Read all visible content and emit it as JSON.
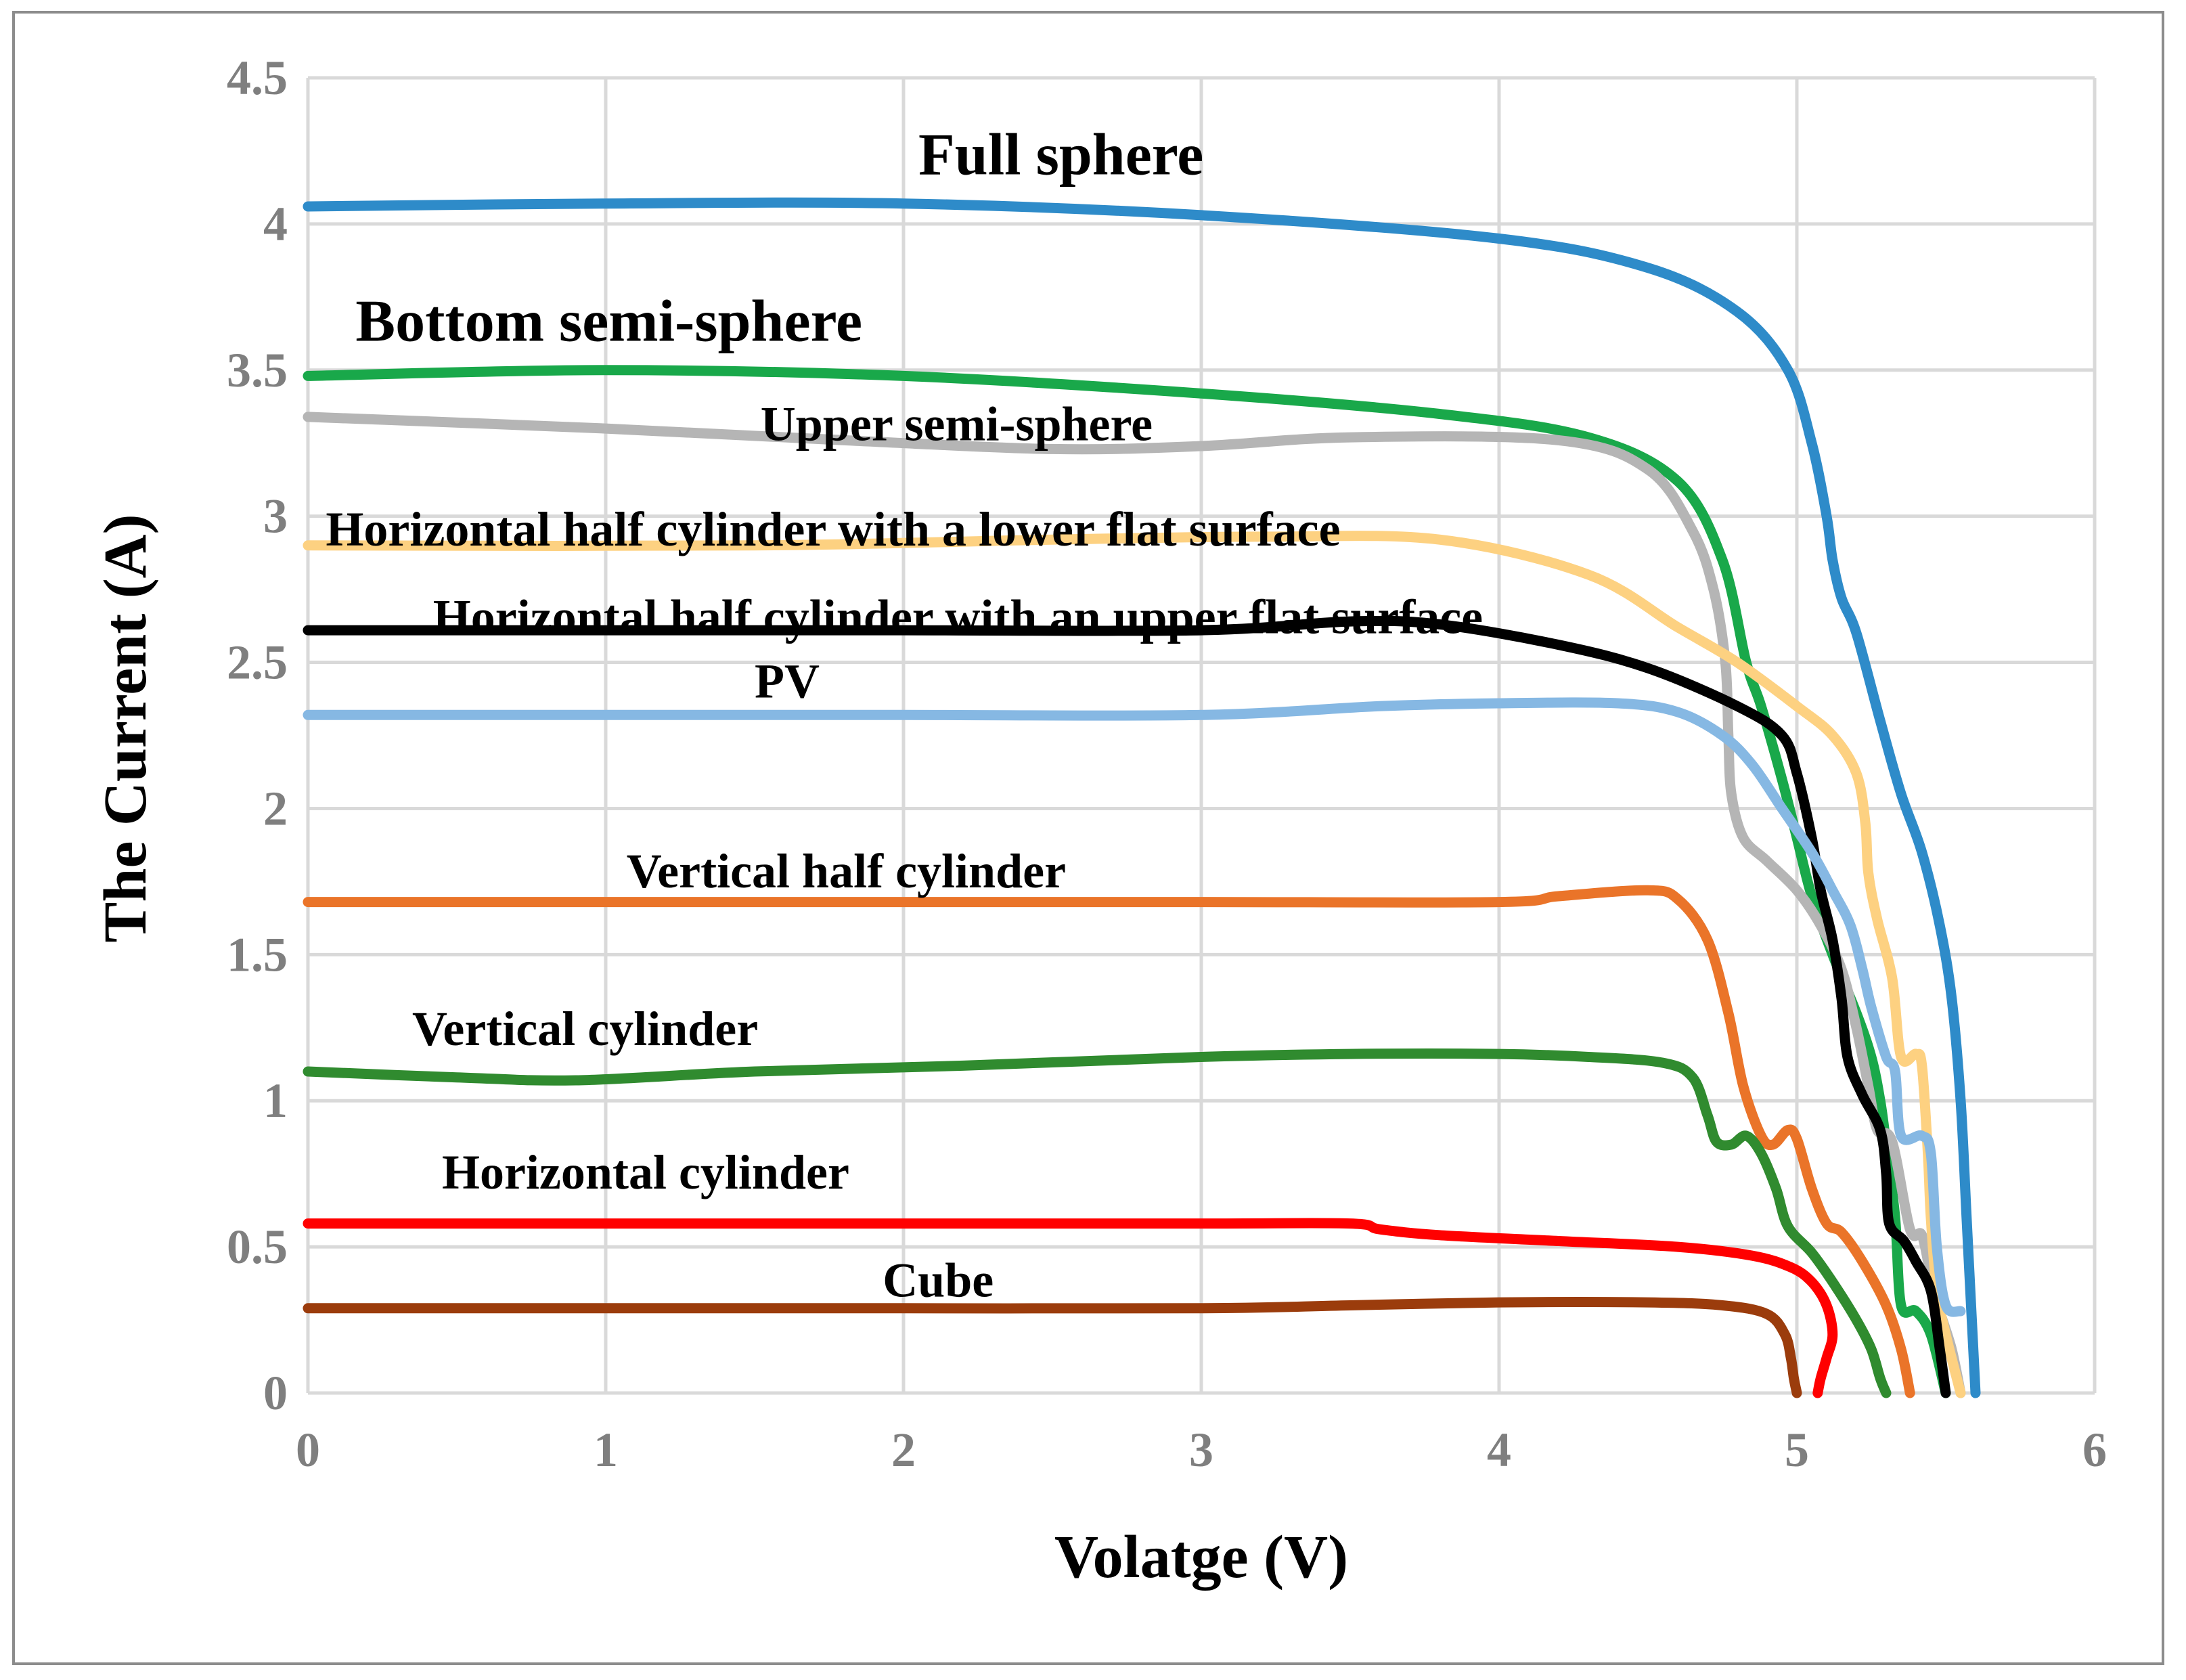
{
  "chart_data": {
    "type": "line",
    "xlabel": "Volatge (V)",
    "ylabel": "The Current (A)",
    "xlim": [
      0,
      6
    ],
    "ylim": [
      0,
      4.5
    ],
    "x_ticks": [
      "0",
      "1",
      "2",
      "3",
      "4",
      "5",
      "6"
    ],
    "y_ticks": [
      "0",
      "0.5",
      "1",
      "1.5",
      "2",
      "2.5",
      "3",
      "3.5",
      "4",
      "4.5"
    ],
    "grid": true,
    "series": [
      {
        "name": "Full sphere",
        "color": "#2e8bc9",
        "label_size": "big",
        "label_anchor": [
          2.05,
          4.17
        ],
        "points": [
          [
            0,
            4.06
          ],
          [
            1,
            4.07
          ],
          [
            2,
            4.07
          ],
          [
            3,
            4.03
          ],
          [
            4,
            3.95
          ],
          [
            4.5,
            3.85
          ],
          [
            4.8,
            3.7
          ],
          [
            4.97,
            3.5
          ],
          [
            5.05,
            3.25
          ],
          [
            5.1,
            3.0
          ],
          [
            5.12,
            2.85
          ],
          [
            5.15,
            2.72
          ],
          [
            5.2,
            2.6
          ],
          [
            5.28,
            2.3
          ],
          [
            5.35,
            2.05
          ],
          [
            5.42,
            1.85
          ],
          [
            5.48,
            1.6
          ],
          [
            5.52,
            1.35
          ],
          [
            5.55,
            1.0
          ],
          [
            5.57,
            0.6
          ],
          [
            5.59,
            0.2
          ],
          [
            5.6,
            0
          ]
        ]
      },
      {
        "name": "Bottom semi-sphere",
        "color": "#19a84a",
        "label_size": "big",
        "label_anchor": [
          0.16,
          3.6
        ],
        "points": [
          [
            0,
            3.48
          ],
          [
            1,
            3.5
          ],
          [
            2,
            3.48
          ],
          [
            3,
            3.42
          ],
          [
            3.8,
            3.35
          ],
          [
            4.3,
            3.27
          ],
          [
            4.6,
            3.12
          ],
          [
            4.75,
            2.85
          ],
          [
            4.83,
            2.5
          ],
          [
            4.88,
            2.35
          ],
          [
            4.95,
            2.1
          ],
          [
            5.0,
            1.9
          ],
          [
            5.05,
            1.7
          ],
          [
            5.12,
            1.5
          ],
          [
            5.2,
            1.3
          ],
          [
            5.25,
            1.15
          ],
          [
            5.28,
            1.0
          ],
          [
            5.3,
            0.85
          ],
          [
            5.33,
            0.6
          ],
          [
            5.35,
            0.3
          ],
          [
            5.4,
            0.28
          ],
          [
            5.45,
            0.2
          ],
          [
            5.5,
            0
          ]
        ]
      },
      {
        "name": "Upper semi-sphere",
        "color": "#b5b5b5",
        "label_size": "small",
        "label_anchor": [
          1.52,
          3.26
        ],
        "points": [
          [
            0,
            3.34
          ],
          [
            1,
            3.3
          ],
          [
            1.8,
            3.26
          ],
          [
            2.5,
            3.23
          ],
          [
            3,
            3.24
          ],
          [
            3.5,
            3.27
          ],
          [
            4.2,
            3.26
          ],
          [
            4.5,
            3.16
          ],
          [
            4.65,
            2.95
          ],
          [
            4.72,
            2.75
          ],
          [
            4.76,
            2.5
          ],
          [
            4.77,
            2.25
          ],
          [
            4.78,
            2.05
          ],
          [
            4.82,
            1.9
          ],
          [
            4.9,
            1.82
          ],
          [
            5.0,
            1.72
          ],
          [
            5.08,
            1.6
          ],
          [
            5.15,
            1.45
          ],
          [
            5.2,
            1.25
          ],
          [
            5.24,
            1.05
          ],
          [
            5.27,
            0.9
          ],
          [
            5.32,
            0.86
          ],
          [
            5.38,
            0.56
          ],
          [
            5.42,
            0.54
          ],
          [
            5.45,
            0.4
          ],
          [
            5.48,
            0.28
          ],
          [
            5.52,
            0.15
          ],
          [
            5.55,
            0
          ]
        ]
      },
      {
        "name": "Horizontal half cylinder with a lower flat surface",
        "color": "#fdd181",
        "label_size": "small",
        "label_anchor": [
          0.06,
          2.9
        ],
        "points": [
          [
            0,
            2.9
          ],
          [
            1.5,
            2.9
          ],
          [
            2.5,
            2.92
          ],
          [
            3.2,
            2.93
          ],
          [
            3.8,
            2.92
          ],
          [
            4.3,
            2.8
          ],
          [
            4.6,
            2.62
          ],
          [
            4.8,
            2.5
          ],
          [
            5.0,
            2.35
          ],
          [
            5.12,
            2.25
          ],
          [
            5.2,
            2.12
          ],
          [
            5.23,
            1.95
          ],
          [
            5.24,
            1.78
          ],
          [
            5.27,
            1.62
          ],
          [
            5.32,
            1.42
          ],
          [
            5.35,
            1.15
          ],
          [
            5.4,
            1.16
          ],
          [
            5.42,
            1.12
          ],
          [
            5.44,
            0.82
          ],
          [
            5.45,
            0.6
          ],
          [
            5.47,
            0.35
          ],
          [
            5.5,
            0.2
          ],
          [
            5.55,
            0
          ]
        ]
      },
      {
        "name": "Horizontal half cylinder with an upper flat surface",
        "color": "#000000",
        "label_size": "small",
        "label_anchor": [
          0.42,
          2.6
        ],
        "points": [
          [
            0,
            2.61
          ],
          [
            1,
            2.61
          ],
          [
            2,
            2.61
          ],
          [
            3,
            2.61
          ],
          [
            3.5,
            2.64
          ],
          [
            3.8,
            2.63
          ],
          [
            4.2,
            2.56
          ],
          [
            4.5,
            2.48
          ],
          [
            4.8,
            2.35
          ],
          [
            4.95,
            2.25
          ],
          [
            5.0,
            2.12
          ],
          [
            5.05,
            1.9
          ],
          [
            5.08,
            1.72
          ],
          [
            5.12,
            1.55
          ],
          [
            5.15,
            1.35
          ],
          [
            5.17,
            1.15
          ],
          [
            5.22,
            1.02
          ],
          [
            5.28,
            0.9
          ],
          [
            5.3,
            0.75
          ],
          [
            5.31,
            0.58
          ],
          [
            5.36,
            0.52
          ],
          [
            5.4,
            0.45
          ],
          [
            5.45,
            0.35
          ],
          [
            5.48,
            0.15
          ],
          [
            5.5,
            0
          ]
        ]
      },
      {
        "name": "PV",
        "color": "#86b8e3",
        "label_size": "small",
        "label_anchor": [
          1.5,
          2.38
        ],
        "points": [
          [
            0,
            2.32
          ],
          [
            1,
            2.32
          ],
          [
            2,
            2.32
          ],
          [
            3,
            2.32
          ],
          [
            3.6,
            2.35
          ],
          [
            4,
            2.36
          ],
          [
            4.4,
            2.36
          ],
          [
            4.6,
            2.33
          ],
          [
            4.75,
            2.25
          ],
          [
            4.85,
            2.15
          ],
          [
            4.95,
            2.0
          ],
          [
            5.05,
            1.85
          ],
          [
            5.12,
            1.72
          ],
          [
            5.18,
            1.6
          ],
          [
            5.22,
            1.45
          ],
          [
            5.25,
            1.32
          ],
          [
            5.3,
            1.15
          ],
          [
            5.33,
            1.1
          ],
          [
            5.35,
            0.88
          ],
          [
            5.42,
            0.88
          ],
          [
            5.45,
            0.82
          ],
          [
            5.47,
            0.5
          ],
          [
            5.5,
            0.3
          ],
          [
            5.55,
            0.28
          ]
        ]
      },
      {
        "name": "Vertical half cylinder",
        "color": "#ea7429",
        "label_size": "small",
        "label_anchor": [
          1.07,
          1.73
        ],
        "points": [
          [
            0,
            1.68
          ],
          [
            1,
            1.68
          ],
          [
            2,
            1.68
          ],
          [
            3,
            1.68
          ],
          [
            4,
            1.68
          ],
          [
            4.2,
            1.7
          ],
          [
            4.5,
            1.72
          ],
          [
            4.6,
            1.69
          ],
          [
            4.7,
            1.55
          ],
          [
            4.77,
            1.3
          ],
          [
            4.82,
            1.05
          ],
          [
            4.88,
            0.88
          ],
          [
            4.92,
            0.85
          ],
          [
            4.97,
            0.9
          ],
          [
            5.0,
            0.87
          ],
          [
            5.05,
            0.7
          ],
          [
            5.1,
            0.58
          ],
          [
            5.15,
            0.55
          ],
          [
            5.22,
            0.45
          ],
          [
            5.3,
            0.3
          ],
          [
            5.35,
            0.15
          ],
          [
            5.38,
            0
          ]
        ]
      },
      {
        "name": "Vertical cylinder",
        "color": "#308b2f",
        "label_size": "small",
        "label_anchor": [
          0.35,
          1.19
        ],
        "points": [
          [
            0,
            1.1
          ],
          [
            0.5,
            1.08
          ],
          [
            0.9,
            1.07
          ],
          [
            1.5,
            1.1
          ],
          [
            2.2,
            1.12
          ],
          [
            3,
            1.15
          ],
          [
            3.5,
            1.16
          ],
          [
            4,
            1.16
          ],
          [
            4.3,
            1.15
          ],
          [
            4.55,
            1.13
          ],
          [
            4.65,
            1.08
          ],
          [
            4.7,
            0.95
          ],
          [
            4.73,
            0.86
          ],
          [
            4.78,
            0.85
          ],
          [
            4.83,
            0.88
          ],
          [
            4.88,
            0.82
          ],
          [
            4.93,
            0.7
          ],
          [
            4.97,
            0.57
          ],
          [
            5.05,
            0.48
          ],
          [
            5.12,
            0.38
          ],
          [
            5.2,
            0.25
          ],
          [
            5.25,
            0.15
          ],
          [
            5.28,
            0.05
          ],
          [
            5.3,
            0
          ]
        ]
      },
      {
        "name": "Horizontal cylinder",
        "color": "#ff0000",
        "label_size": "small",
        "label_anchor": [
          0.45,
          0.7
        ],
        "points": [
          [
            0,
            0.58
          ],
          [
            1,
            0.58
          ],
          [
            2,
            0.58
          ],
          [
            3,
            0.58
          ],
          [
            3.5,
            0.58
          ],
          [
            3.6,
            0.56
          ],
          [
            3.8,
            0.54
          ],
          [
            4.2,
            0.52
          ],
          [
            4.6,
            0.5
          ],
          [
            4.85,
            0.47
          ],
          [
            4.98,
            0.43
          ],
          [
            5.05,
            0.38
          ],
          [
            5.1,
            0.3
          ],
          [
            5.12,
            0.2
          ],
          [
            5.1,
            0.12
          ],
          [
            5.08,
            0.05
          ],
          [
            5.07,
            0
          ]
        ]
      },
      {
        "name": "Cube",
        "color": "#9b3c0c",
        "label_size": "small",
        "label_anchor": [
          1.93,
          0.33
        ],
        "points": [
          [
            0,
            0.29
          ],
          [
            1,
            0.29
          ],
          [
            2,
            0.29
          ],
          [
            3,
            0.29
          ],
          [
            3.5,
            0.3
          ],
          [
            4,
            0.31
          ],
          [
            4.5,
            0.31
          ],
          [
            4.75,
            0.3
          ],
          [
            4.9,
            0.27
          ],
          [
            4.96,
            0.2
          ],
          [
            4.98,
            0.12
          ],
          [
            4.99,
            0.05
          ],
          [
            5.0,
            0
          ]
        ]
      }
    ]
  }
}
